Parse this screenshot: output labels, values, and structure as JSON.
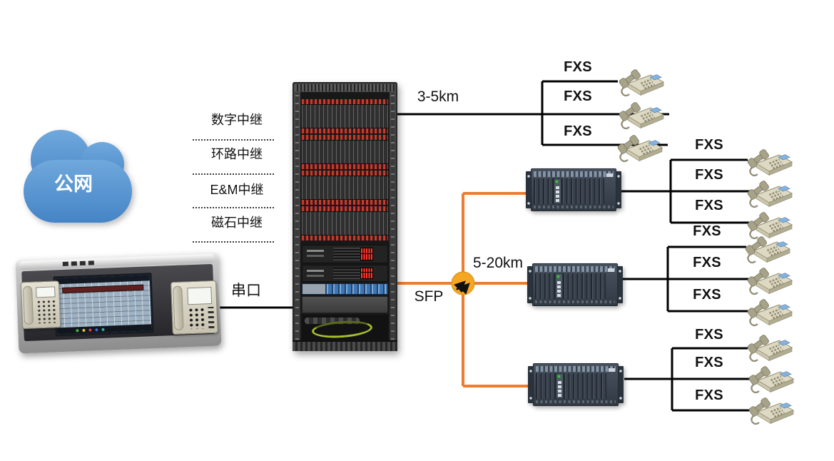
{
  "cloud": {
    "label": "公网"
  },
  "trunks": [
    {
      "label": "数字中继"
    },
    {
      "label": "环路中继"
    },
    {
      "label": "E&M中继"
    },
    {
      "label": "磁石中继"
    }
  ],
  "serial": {
    "label": "串口"
  },
  "sfp": {
    "label": "SFP"
  },
  "distances": {
    "rack_to_fxs": "3-5km",
    "splitter_to_remotes": "5-20km"
  },
  "fxs_groups": [
    {
      "source": "main-rack",
      "labels": [
        "FXS",
        "FXS",
        "FXS"
      ]
    },
    {
      "source": "remote-unit-1",
      "labels": [
        "FXS",
        "FXS",
        "FXS"
      ]
    },
    {
      "source": "remote-unit-2",
      "labels": [
        "FXS",
        "FXS",
        "FXS"
      ]
    },
    {
      "source": "remote-unit-3",
      "labels": [
        "FXS",
        "FXS",
        "FXS"
      ]
    }
  ],
  "colors": {
    "cloud_blue": "#4E93D4",
    "fiber_orange": "#ED7D31",
    "splitter_yellow": "#F5A623",
    "copper_line_black": "#000000"
  },
  "icons": {
    "cloud": "public-network-cloud",
    "splitter": "optical-splitter-icon",
    "telephone": "analog-telephone-icon"
  }
}
